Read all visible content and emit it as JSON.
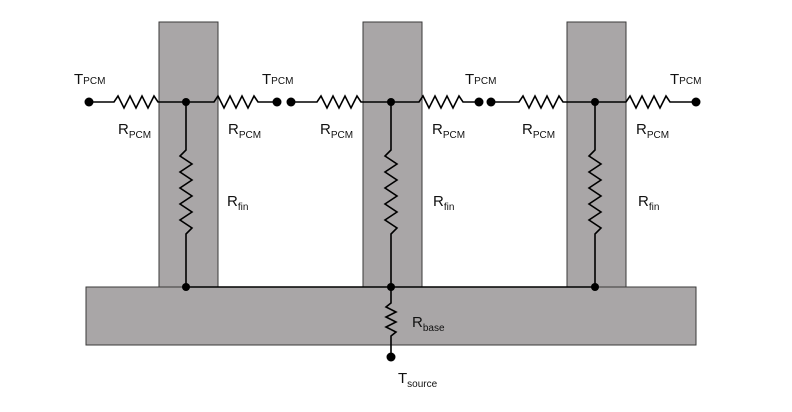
{
  "labels": {
    "t_main": "T",
    "pcm_sub": "PCM",
    "r_main": "R",
    "fin_sub": "fin",
    "base_sub": "base",
    "source_sub": "source"
  },
  "colors": {
    "fin_fill": "#a9a6a7",
    "base_fill": "#a9a6a7",
    "outline": "#3a3a3a",
    "wire": "#000000"
  }
}
